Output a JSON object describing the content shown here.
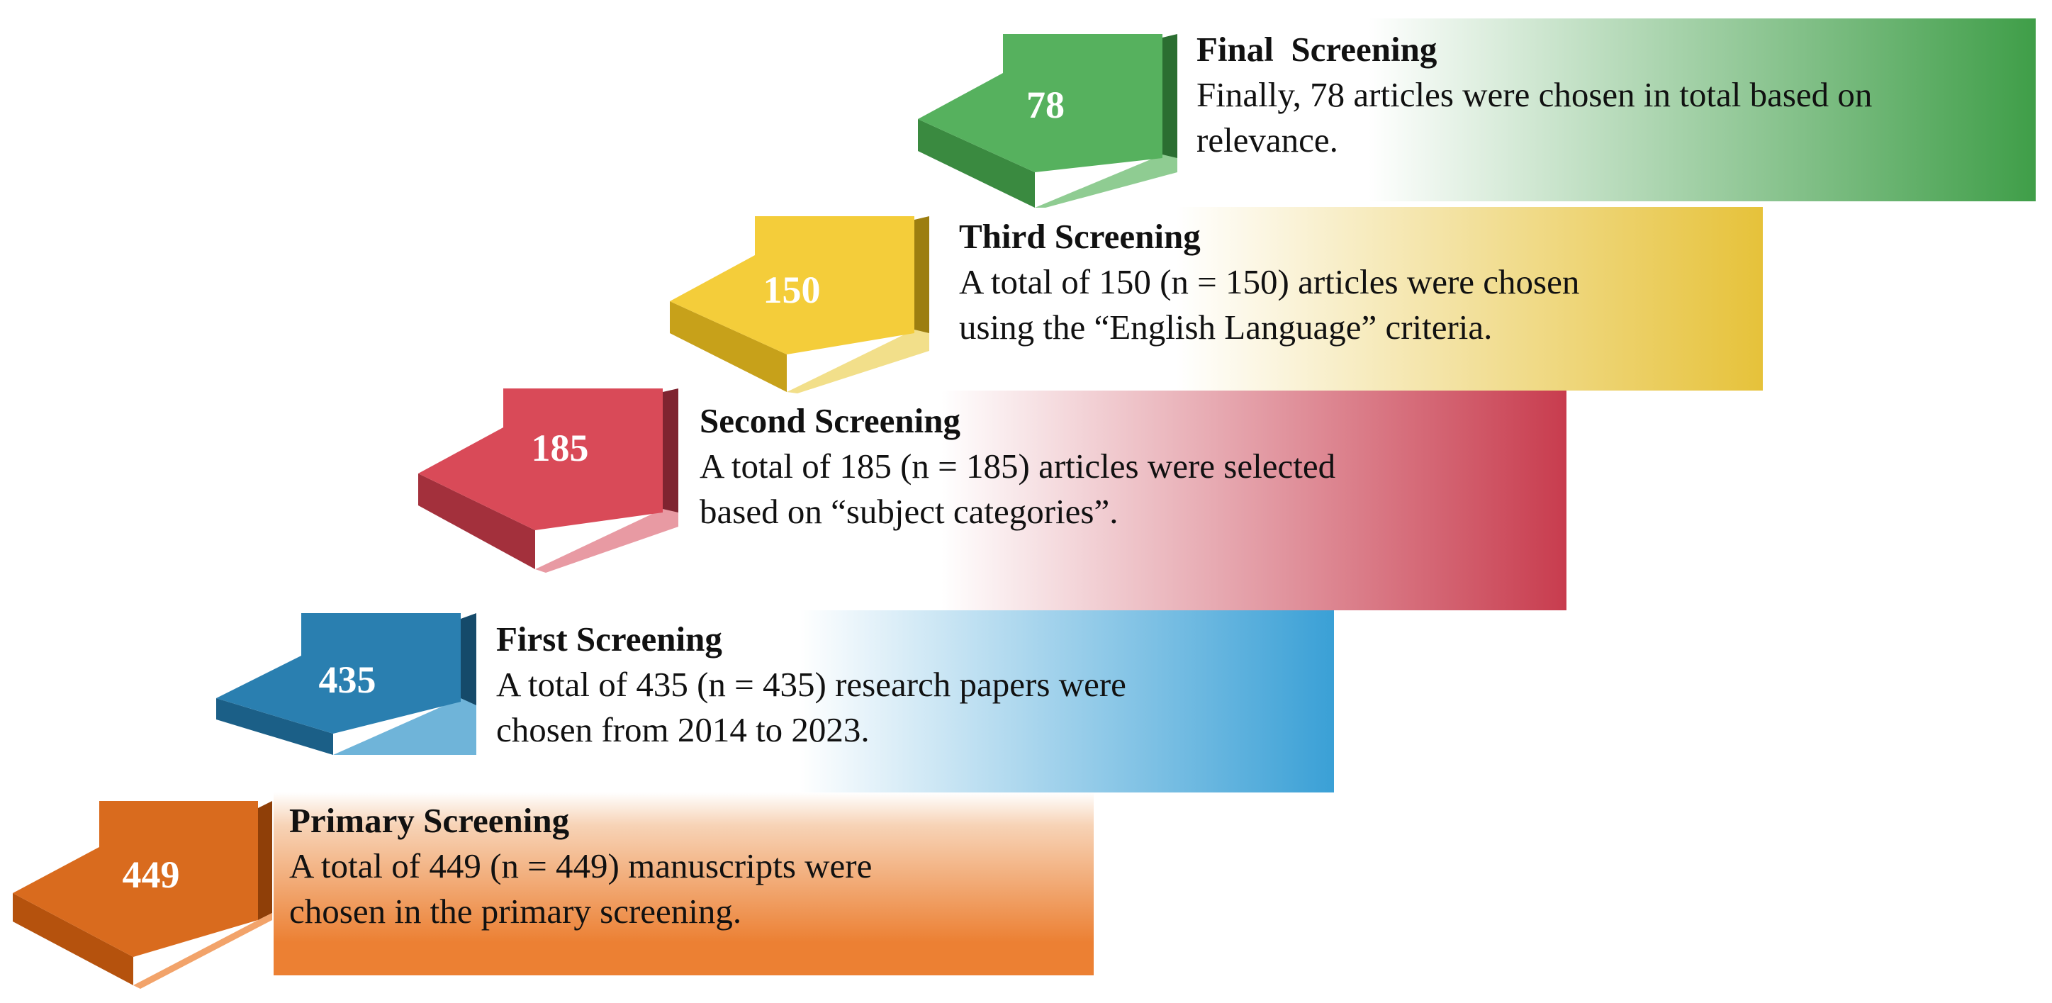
{
  "steps": [
    {
      "id": "primary",
      "count": "449",
      "title": "Primary Screening",
      "lines": [
        "A total of 449 (n = 449) manuscripts were",
        "chosen in the primary screening."
      ],
      "colors": {
        "banner": "#ec8033",
        "arrow_top": "#d96b1e",
        "arrow_left": "#b5520d",
        "arrow_bottom": "#f2a36a",
        "arrow_right": "#8f3f08"
      }
    },
    {
      "id": "first",
      "count": "435",
      "title": "First Screening",
      "lines": [
        "A total of 435 (n = 435) research papers were",
        "chosen from 2014 to 2023."
      ],
      "colors": {
        "banner": "#3aa0d6",
        "arrow_top": "#2a7fb0",
        "arrow_left": "#1b5f87",
        "arrow_bottom": "#6fb4d9",
        "arrow_right": "#154a6a"
      }
    },
    {
      "id": "second",
      "count": "185",
      "title": "Second Screening",
      "lines": [
        "A total of 185 (n = 185) articles were selected",
        "based on “subject categories”."
      ],
      "colors": {
        "banner": "#c83c4e",
        "arrow_top": "#d94a58",
        "arrow_left": "#a3303c",
        "arrow_bottom": "#e89aa3",
        "arrow_right": "#7f2430"
      }
    },
    {
      "id": "third",
      "count": "150",
      "title": "Third Screening",
      "lines": [
        "A total of 150 (n = 150) articles were chosen",
        "using the “English Language”  criteria."
      ],
      "colors": {
        "banner": "#e6c23a",
        "arrow_top": "#f4cd3a",
        "arrow_left": "#c7a11a",
        "arrow_bottom": "#f2df8a",
        "arrow_right": "#9c7e10"
      }
    },
    {
      "id": "final",
      "count": "78",
      "title": "Final  Screening",
      "lines": [
        "Finally, 78 articles were chosen in total based on",
        "relevance."
      ],
      "colors": {
        "banner": "#3f9e48",
        "arrow_top": "#56b15e",
        "arrow_left": "#3a8a40",
        "arrow_bottom": "#8fcc92",
        "arrow_right": "#2b6e31"
      }
    }
  ]
}
